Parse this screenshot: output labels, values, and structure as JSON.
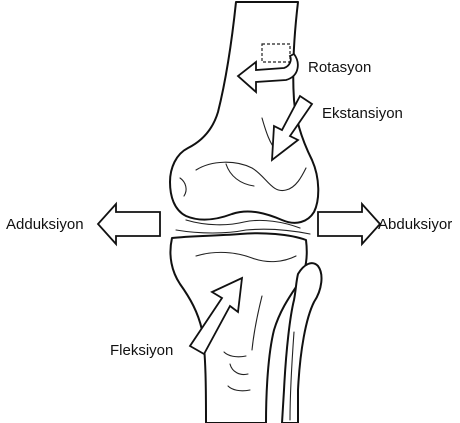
{
  "labels": {
    "rotation": "Rotasyon",
    "extension": "Ekstansiyon",
    "adduction": "Adduksiyon",
    "abduction": "Abduksiyor",
    "flexion": "Fleksiyon"
  },
  "colors": {
    "line": "#111111",
    "fill": "#ffffff",
    "text": "#111111"
  }
}
